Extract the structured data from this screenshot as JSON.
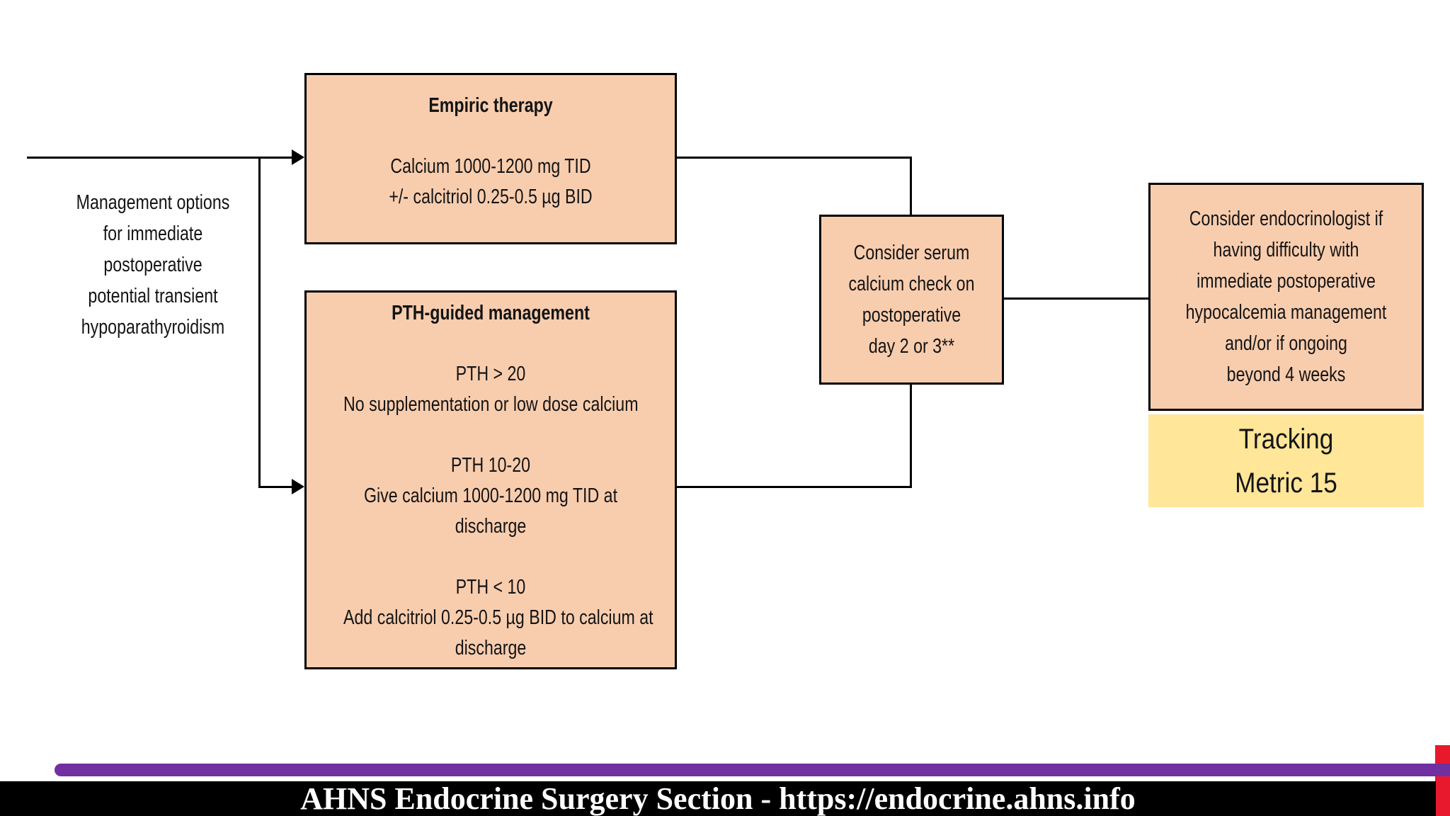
{
  "diagram": {
    "left_label": {
      "lines": [
        "Management options",
        "for immediate",
        "postoperative",
        "potential transient",
        "hypoparathyroidism"
      ]
    },
    "empiric_box": {
      "title": "Empiric therapy",
      "lines": [
        "Calcium 1000-1200 mg TID",
        "+/- calcitriol 0.25-0.5 µg BID"
      ]
    },
    "pth_box": {
      "title": "PTH-guided management",
      "sections": [
        {
          "heading": "PTH > 20",
          "lines": [
            "No supplementation or low dose calcium"
          ]
        },
        {
          "heading": "PTH 10-20",
          "lines": [
            "Give calcium 1000-1200 mg TID at",
            "discharge"
          ]
        },
        {
          "heading": "PTH < 10",
          "lines": [
            "Add calcitriol 0.25-0.5 µg BID to calcium at",
            "discharge"
          ]
        }
      ]
    },
    "serum_box": {
      "lines": [
        "Consider serum",
        "calcium check on",
        "postoperative",
        "day 2 or 3**"
      ]
    },
    "endo_box": {
      "lines": [
        "Consider endocrinologist if",
        "having difficulty with",
        "immediate postoperative",
        "hypocalcemia management",
        "and/or if ongoing",
        "beyond 4 weeks"
      ]
    },
    "tracking_box": {
      "lines": [
        "Tracking",
        "Metric 15"
      ]
    }
  },
  "footer": {
    "banner_text": "AHNS Endocrine Surgery Section - https://endocrine.ahns.info"
  },
  "colors": {
    "box_fill": "#F8CDAE",
    "box_border": "#000000",
    "connector": "#000000",
    "tracking_fill": "#FFE699",
    "purple_bar": "#7030A0",
    "red_accent": "#E8192D",
    "banner_bg": "#000000",
    "banner_text_color": "#FFFFFF"
  }
}
